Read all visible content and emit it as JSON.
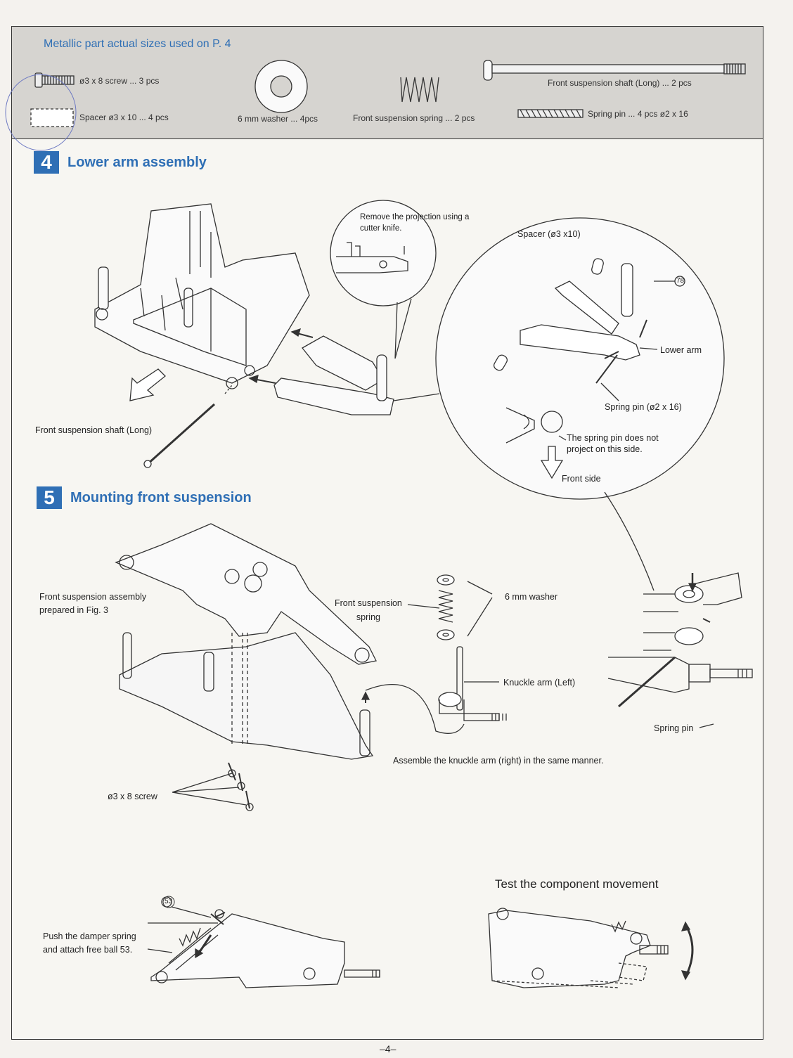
{
  "parts": {
    "title": "Metallic part actual sizes  used on P. 4",
    "screw": "ø3 x 8 screw ... 3 pcs",
    "spacer": "Spacer ø3 x 10     ... 4 pcs",
    "washer": "6 mm washer ... 4pcs",
    "spring": "Front suspension spring ... 2 pcs",
    "shaft": "Front suspension shaft (Long) ... 2 pcs",
    "pin": "Spring pin     ... 4 pcs   ø2 x 16"
  },
  "step4": {
    "num": "4",
    "title": "Lower arm assembly",
    "callout_remove": [
      "Remove the projection using a",
      "cutter knife."
    ],
    "spacer": "Spacer (ø3 x10)",
    "part78": "78",
    "lower_arm": "Lower arm",
    "spring_pin": "Spring pin (ø2 x 16)",
    "pin_note": [
      "The spring pin does not",
      "project on this side."
    ],
    "front_side": "Front side",
    "shaft": "Front suspension shaft (Long)"
  },
  "step5": {
    "num": "5",
    "title": "Mounting front suspension",
    "assembly": [
      "Front suspension assembly",
      "prepared in Fig. 3"
    ],
    "spring": [
      "Front suspension",
      "spring"
    ],
    "washer": "6 mm washer",
    "knuckle": "Knuckle arm (Left)",
    "same": "Assemble the knuckle arm (right) in the same manner.",
    "screw": "ø3 x 8 screw",
    "spring_pin": "Spring pin"
  },
  "bottom": {
    "part53": "53",
    "push": [
      "Push the damper spring",
      "and attach free ball 53."
    ],
    "test": "Test the component movement"
  },
  "page_number": "–4–"
}
